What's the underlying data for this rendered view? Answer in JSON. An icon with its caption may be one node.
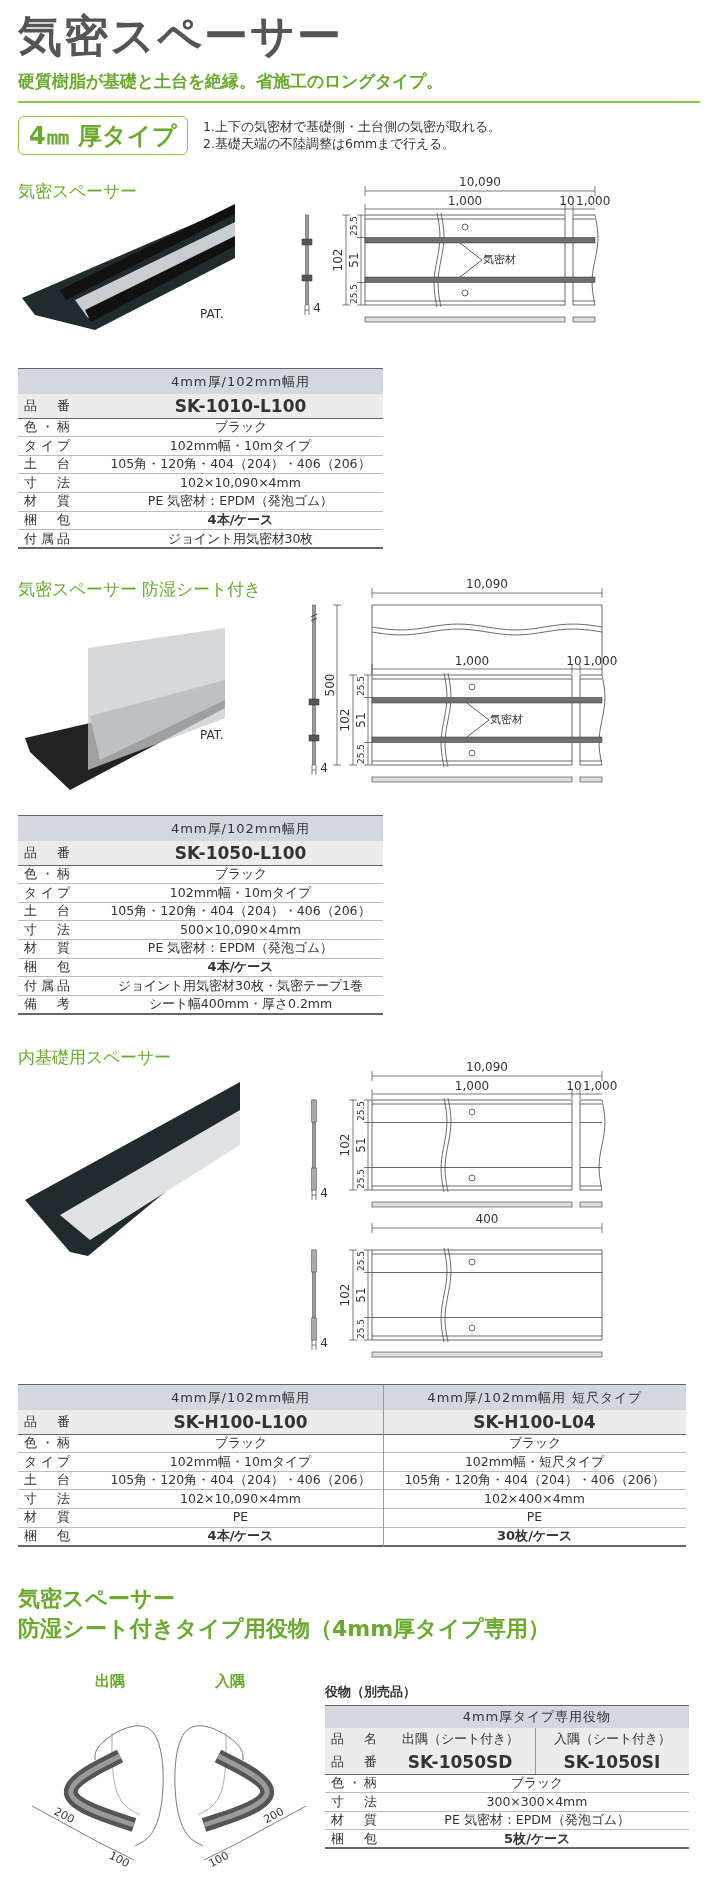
{
  "diagram": {
    "title": "気密スペーサー",
    "nodes": [
      {
        "text": [
          "4㎜ 厚タイプ"
        ]
      },
      {
        "text": [
          "気密材"
        ]
      },
      {
        "text": [],
        "shape": "bar"
      },
      {
        "text": [],
        "shape": "bar"
      },
      {
        "text": [
          "気密材"
        ]
      },
      {
        "text": [],
        "shape": "bar"
      },
      {
        "text": [],
        "shape": "bar"
      }
    ],
    "edges": [
      {
        "from": 1,
        "to": 2,
        "arrow": "none"
      },
      {
        "from": 1,
        "to": 3,
        "arrow": "none"
      },
      {
        "from": 4,
        "to": 5,
        "arrow": "none"
      },
      {
        "from": 4,
        "to": 6,
        "arrow": "none"
      }
    ],
    "labels": [
      "硬質樹脂が基礎と土台を絶縁。省施工のロングタイプ。",
      "1.上下の気密材で基礎側・土台側の気密が取れる。",
      "2.基礎天端の不陸調整は6mmまで行える。",
      "気密スペーサー",
      "PAT.",
      "10,090",
      "1,000",
      "10",
      "1,000",
      "102",
      "25.5",
      "51",
      "25.5",
      "4",
      "4mm厚/102mm幅用",
      "品番",
      "SK-1010-L100",
      "色・柄",
      "ブラック",
      "タイプ",
      "102mm幅・10mタイプ",
      "土台",
      "105角・120角・404（204）・406（206）",
      "寸法",
      "102×10,090×4mm",
      "材質",
      "PE 気密材：EPDM（発泡ゴム）",
      "梱包",
      "4本/ケース",
      "付属品",
      "ジョイント用気密材30枚",
      "気密スペーサー 防湿シート付き",
      "PAT.",
      "10,090",
      "1,000",
      "10",
      "1,000",
      "500",
      "102",
      "25.5",
      "51",
      "25.5",
      "4",
      "4mm厚/102mm幅用",
      "品番",
      "SK-1050-L100",
      "色・柄",
      "ブラック",
      "タイプ",
      "102mm幅・10mタイプ",
      "土台",
      "105角・120角・404（204）・406（206）",
      "寸法",
      "500×10,090×4mm",
      "材質",
      "PE 気密材：EPDM（発泡ゴム）",
      "梱包",
      "4本/ケース",
      "付属品",
      "ジョイント用気密材30枚・気密テープ1巻",
      "備考",
      "シート幅400mm・厚さ0.2mm",
      "内基礎用スペーサー",
      "10,090",
      "1,000",
      "10",
      "1,000",
      "102",
      "25.5",
      "51",
      "25.5",
      "4",
      "400",
      "102",
      "25.5",
      "51",
      "25.5",
      "4",
      "4mm厚/102mm幅用",
      "4mm厚/102mm幅用 短尺タイプ",
      "品番",
      "SK-H100-L100",
      "SK-H100-L04",
      "色・柄",
      "ブラック",
      "ブラック",
      "タイプ",
      "102mm幅・10mタイプ",
      "102mm幅・短尺タイプ",
      "土台",
      "105角・120角・404（204）・406（206）",
      "105角・120角・404（204）・406（206）",
      "寸法",
      "102×10,090×4mm",
      "102×400×4mm",
      "材質",
      "PE",
      "PE",
      "梱包",
      "4本/ケース",
      "30枚/ケース",
      "気密スペーサー",
      "防湿シート付きタイプ用役物（4mm厚タイプ専用）",
      "出隅",
      "入隅",
      "200",
      "100",
      "100",
      "200",
      "役物（別売品）",
      "4mm厚タイプ専用役物",
      "品名",
      "出隅（シート付き）",
      "入隅（シート付き）",
      "品番",
      "SK-1050SD",
      "SK-1050SI",
      "色・柄",
      "ブラック",
      "寸法",
      "300×300×4mm",
      "材質",
      "PE 気密材：EPDM（発泡ゴム）",
      "梱包",
      "5枚/ケース"
    ]
  }
}
